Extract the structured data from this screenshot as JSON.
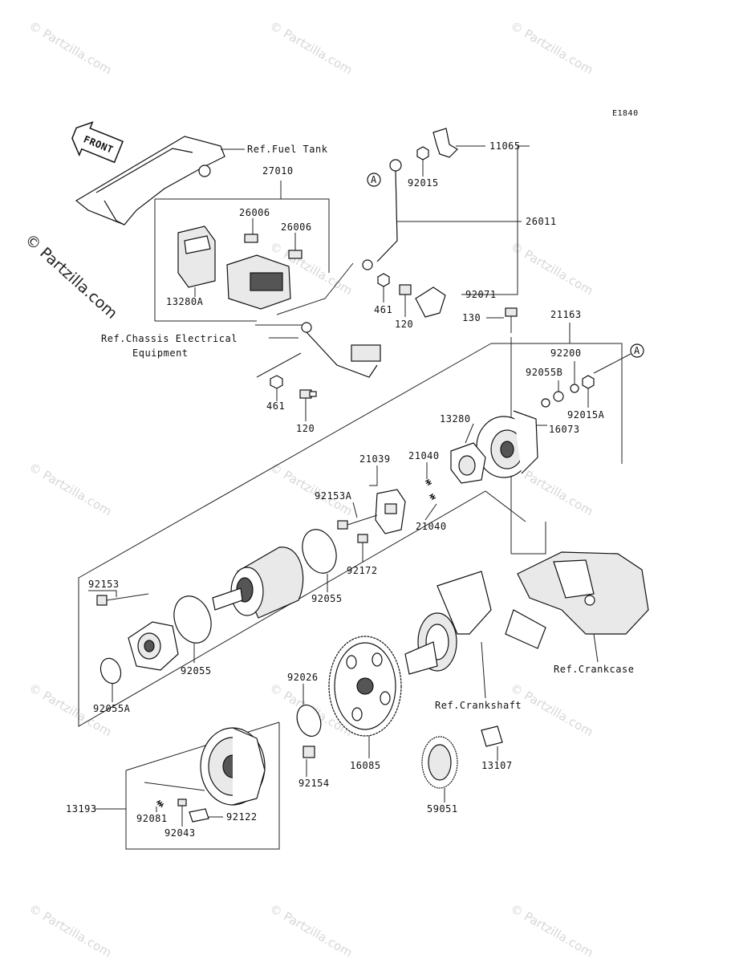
{
  "diagram_code": "E1840",
  "front_arrow_label": "FRONT",
  "watermark": {
    "short": "© Partzilla.com",
    "side": "© Partzilla.com"
  },
  "callout_marker": "A",
  "references": {
    "fuel_tank": "Ref.Fuel Tank",
    "chassis_line1": "Ref.Chassis Electrical",
    "chassis_line2": "Equipment",
    "crankcase": "Ref.Crankcase",
    "crankshaft": "Ref.Crankshaft"
  },
  "parts": {
    "p27010": "27010",
    "p26006a": "26006",
    "p26006b": "26006",
    "p13280A": "13280A",
    "p11065": "11065",
    "p92015": "92015",
    "p26011": "26011",
    "p92071": "92071",
    "p461a": "461",
    "p120a": "120",
    "p461b": "461",
    "p120b": "120",
    "p130": "130",
    "p21163": "21163",
    "p92200": "92200",
    "p92055B": "92055B",
    "p92015A": "92015A",
    "p16073": "16073",
    "p13280": "13280",
    "p21039": "21039",
    "p21040a": "21040",
    "p92153A": "92153A",
    "p21040b": "21040",
    "p92172": "92172",
    "p92055a": "92055",
    "p92153": "92153",
    "p92055b": "92055",
    "p92055A": "92055A",
    "p92026": "92026",
    "p92154": "92154",
    "p16085": "16085",
    "p13107": "13107",
    "p59051": "59051",
    "p13193": "13193",
    "p92081": "92081",
    "p92122": "92122",
    "p92043": "92043"
  }
}
